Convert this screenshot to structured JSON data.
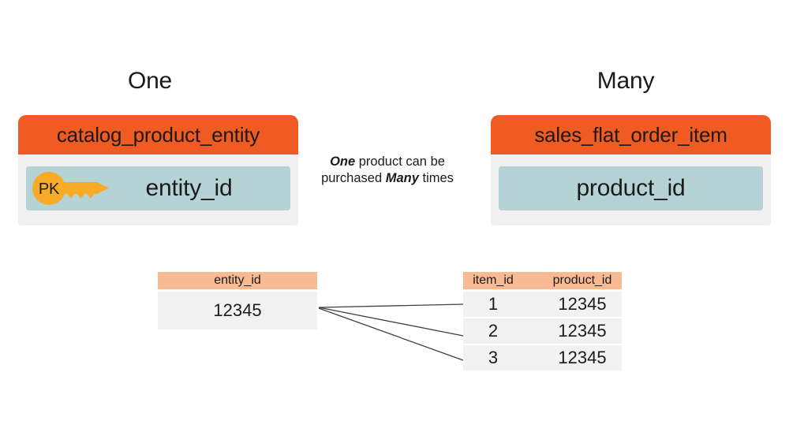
{
  "palette": {
    "orange": "#EF5B22",
    "teal": "#B5D3D5",
    "peach": "#F8BA93",
    "amber": "#F7AB26",
    "card-gray": "#F0F0F0",
    "row-gray": "#F2F2F2",
    "ink": "#1B1B1B",
    "line": "#404040"
  },
  "headings": {
    "one": "One",
    "many": "Many"
  },
  "left_card": {
    "title": "catalog_product_entity",
    "field": "entity_id",
    "pk_label": "PK"
  },
  "right_card": {
    "title": "sales_flat_order_item",
    "field": "product_id"
  },
  "annotation": {
    "line1_bold": "One",
    "line1_rest": " product can be",
    "line2_pre": "purchased ",
    "line2_bold": "Many",
    "line2_post": " times"
  },
  "left_table": {
    "header": "entity_id",
    "rows": [
      "12345"
    ]
  },
  "right_table": {
    "headers": [
      "item_id",
      "product_id"
    ],
    "rows": [
      [
        "1",
        "12345"
      ],
      [
        "2",
        "12345"
      ],
      [
        "3",
        "12345"
      ]
    ]
  }
}
